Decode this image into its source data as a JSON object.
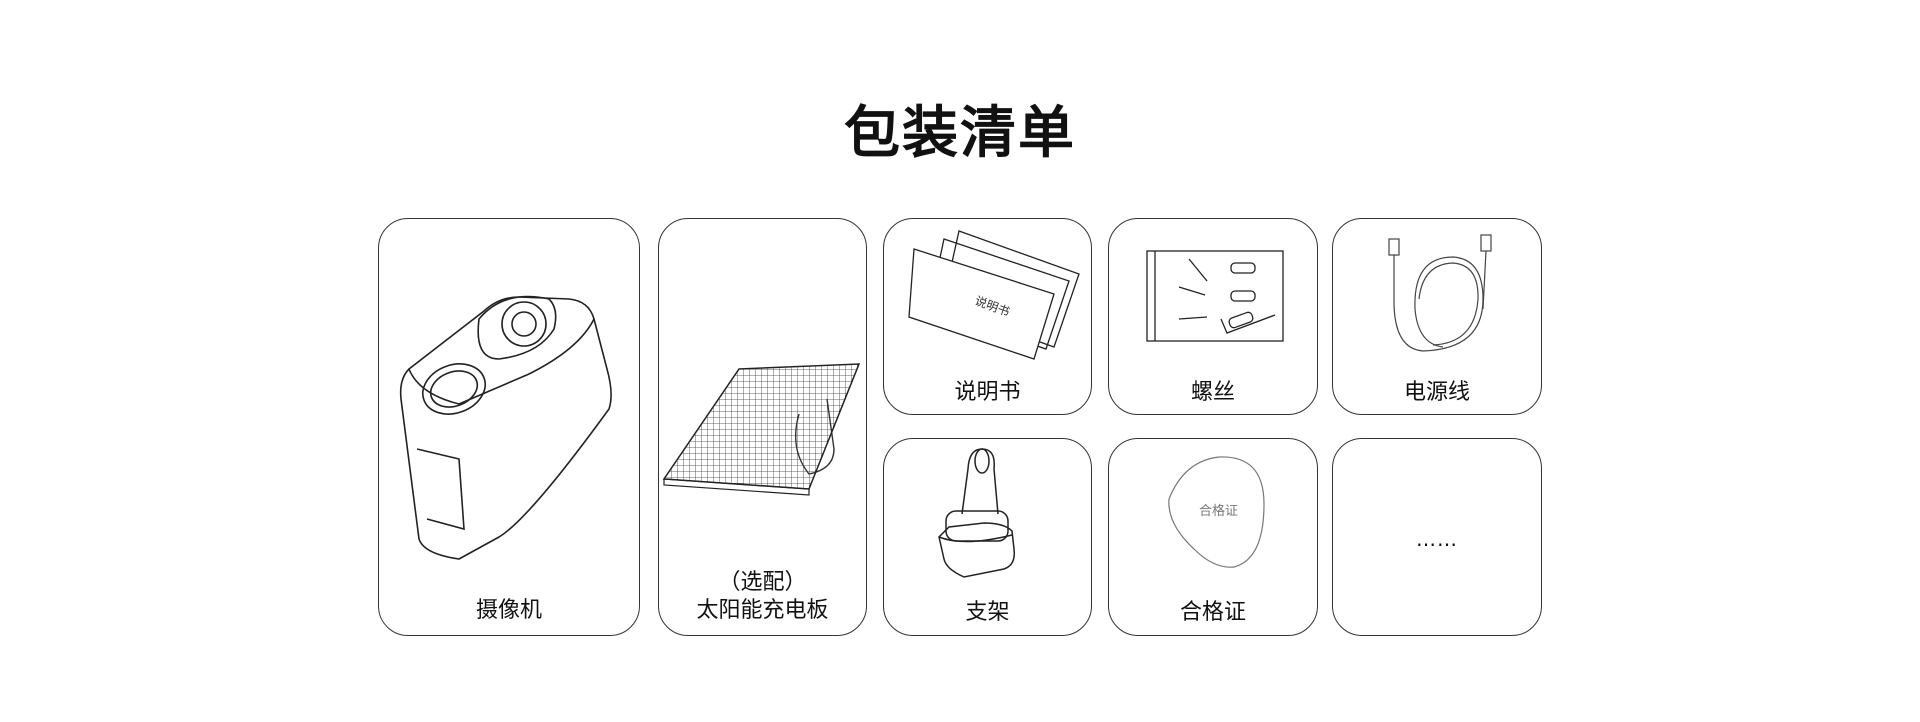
{
  "title": "包装清单",
  "items": [
    {
      "label": "摄像机"
    },
    {
      "label_line1": "（选配）",
      "label_line2": "太阳能充电板"
    },
    {
      "label": "说明书",
      "illustration_text": "说明书"
    },
    {
      "label": "螺丝"
    },
    {
      "label": "电源线"
    },
    {
      "label": "支架"
    },
    {
      "label": "合格证",
      "illustration_text": "合格证"
    },
    {
      "label": "……"
    }
  ]
}
